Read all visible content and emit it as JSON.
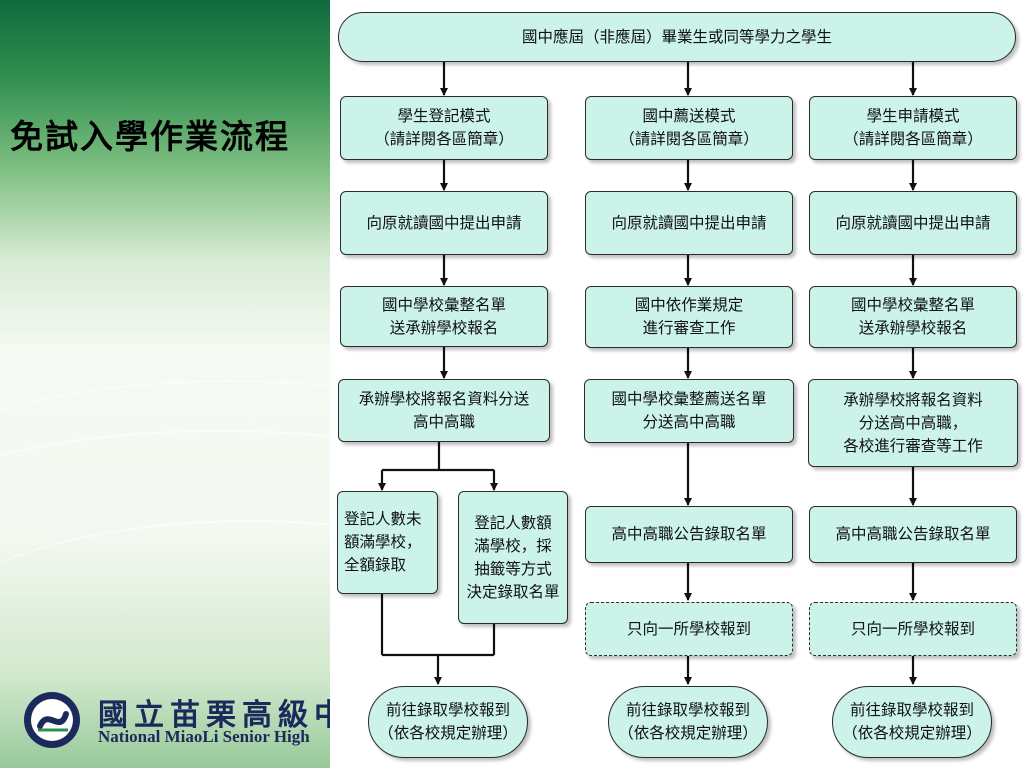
{
  "slide": {
    "title": "免試入學作業流程",
    "school_name_zh": "國立苗栗高級中",
    "school_name_en": "National MiaoLi Senior High"
  },
  "flowchart": {
    "top": "國中應屆（非應屆）畢業生或同等學力之學生",
    "column_registration": {
      "mode": "學生登記模式\n（請詳閱各區簡章）",
      "apply": "向原就讀國中提出申請",
      "compile": "國中學校彙整名單\n送承辦學校報名",
      "distribute": "承辦學校將報名資料分送\n高中高職",
      "not_full": "登記人數未\n額滿學校，\n全額錄取",
      "full": "登記人數額\n滿學校，採\n抽籤等方式\n決定錄取名單",
      "enroll": "前往錄取學校報到\n（依各校規定辦理）"
    },
    "column_recommendation": {
      "mode": "國中薦送模式\n（請詳閱各區簡章）",
      "apply": "向原就讀國中提出申請",
      "review": "國中依作業規定\n進行審查工作",
      "compile": "國中學校彙整薦送名單\n分送高中高職",
      "announce": "高中高職公告錄取名單",
      "report_one": "只向一所學校報到",
      "enroll": "前往錄取學校報到\n（依各校規定辦理）"
    },
    "column_application": {
      "mode": "學生申請模式\n（請詳閱各區簡章）",
      "apply": "向原就讀國中提出申請",
      "compile": "國中學校彙整名單\n送承辦學校報名",
      "distribute": "承辦學校將報名資料\n分送高中高職，\n各校進行審查等工作",
      "announce": "高中高職公告錄取名單",
      "report_one": "只向一所學校報到",
      "enroll": "前往錄取學校報到\n（依各校規定辦理）"
    }
  },
  "colors": {
    "box_fill": "#cbf3ea",
    "box_border": "#2b2b2b",
    "arrow": "#111111",
    "title_text": "#000000",
    "school_text": "#1a2a5a"
  }
}
